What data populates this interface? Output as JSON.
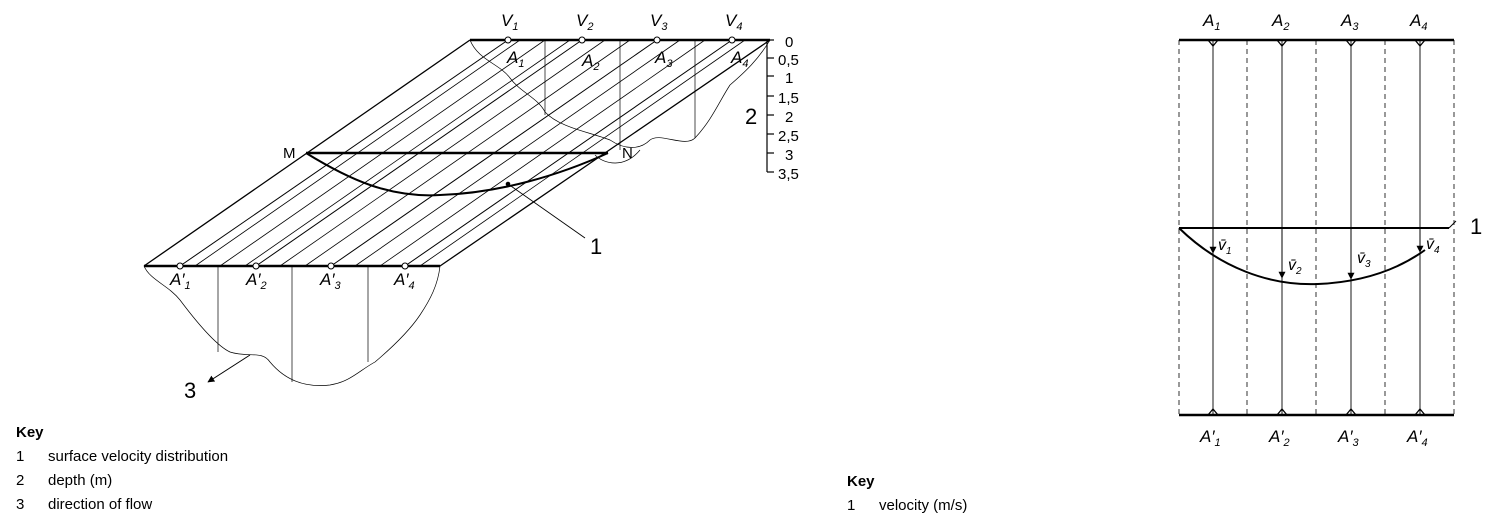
{
  "left_diagram": {
    "top_verticals": [
      "V",
      "V",
      "V",
      "V"
    ],
    "top_verticals_sub": [
      "1",
      "2",
      "3",
      "4"
    ],
    "top_sections": [
      "A",
      "A",
      "A",
      "A"
    ],
    "top_sections_sub": [
      "1",
      "2",
      "3",
      "4"
    ],
    "bottom_sections": [
      "A′",
      "A′",
      "A′",
      "A′"
    ],
    "bottom_sections_sub": [
      "1",
      "2",
      "3",
      "4"
    ],
    "point_m": "M",
    "point_n": "N",
    "depth_scale": [
      "0",
      "0,5",
      "1",
      "1,5",
      "2",
      "2,5",
      "3",
      "3,5"
    ],
    "callout_1": "1",
    "callout_2": "2",
    "callout_3": "3"
  },
  "right_diagram": {
    "top_sections": [
      "A",
      "A",
      "A",
      "A"
    ],
    "top_sections_sub": [
      "1",
      "2",
      "3",
      "4"
    ],
    "bottom_sections": [
      "A′",
      "A′",
      "A′",
      "A′"
    ],
    "bottom_sections_sub": [
      "1",
      "2",
      "3",
      "4"
    ],
    "velocities": [
      "v̄",
      "v̄",
      "v̄",
      "v̄"
    ],
    "velocities_sub": [
      "1",
      "2",
      "3",
      "4"
    ],
    "callout_1": "1"
  },
  "key_left": {
    "title": "Key",
    "items": [
      {
        "num": "1",
        "text": "surface velocity distribution"
      },
      {
        "num": "2",
        "text": "depth (m)"
      },
      {
        "num": "3",
        "text": "direction of flow"
      }
    ]
  },
  "key_right": {
    "title": "Key",
    "items": [
      {
        "num": "1",
        "text": "velocity (m/s)"
      }
    ]
  }
}
